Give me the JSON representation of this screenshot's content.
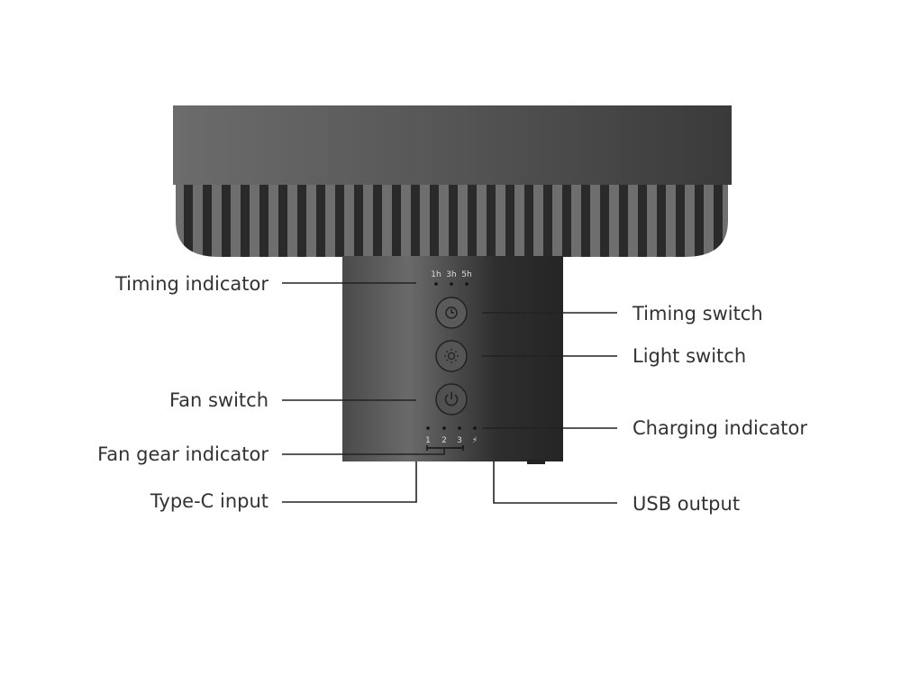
{
  "labels": {
    "timing_indicator": "Timing indicator",
    "fan_switch": "Fan switch",
    "fan_gear_indicator": "Fan gear indicator",
    "type_c_input": "Type-C input",
    "timing_switch": "Timing switch",
    "light_switch": "Light switch",
    "charging_indicator": "Charging indicator",
    "usb_output": "USB output"
  },
  "device": {
    "timer_marks": [
      "1h",
      "3h",
      "5h"
    ],
    "gear_marks": [
      "1",
      "2",
      "3"
    ],
    "charge_mark": "⚡"
  },
  "colors": {
    "body": "#4a4a4a",
    "line": "#222222",
    "text": "#333333"
  }
}
